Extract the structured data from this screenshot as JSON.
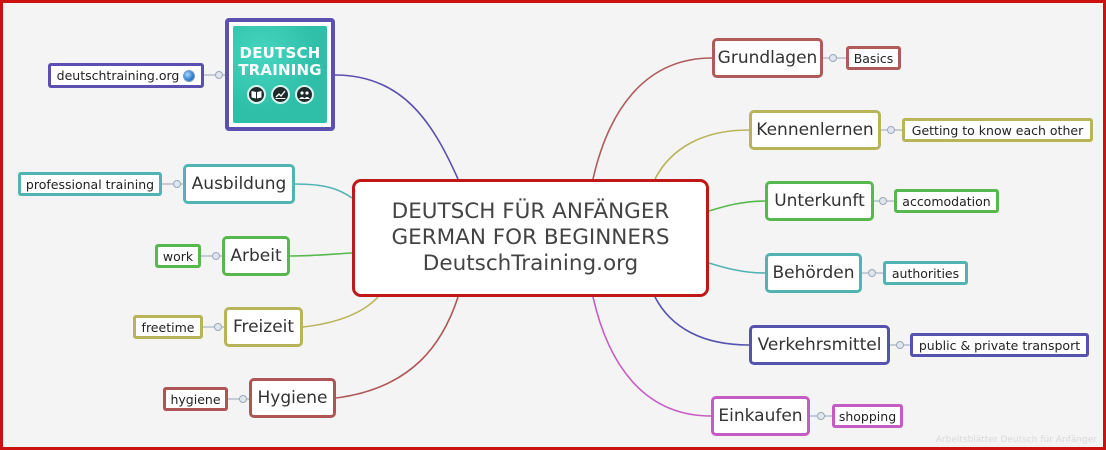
{
  "center": {
    "line1": "DEUTSCH FÜR ANFÄNGER",
    "line2": "GERMAN FOR BEGINNERS",
    "line3": "DeutschTraining.org"
  },
  "logo": {
    "line1": "DEUTSCH",
    "line2": "TRAINING",
    "link_label": "deutschtraining.org",
    "icons": [
      "book-icon",
      "chart-icon",
      "people-icon"
    ]
  },
  "left_branches": [
    {
      "topic": "Ausbildung",
      "translation": "professional training",
      "color": "#52b3b3"
    },
    {
      "topic": "Arbeit",
      "translation": "work",
      "color": "#57b94d"
    },
    {
      "topic": "Freizeit",
      "translation": "freetime",
      "color": "#b8b45a"
    },
    {
      "topic": "Hygiene",
      "translation": "hygiene",
      "color": "#b05555"
    }
  ],
  "right_branches": [
    {
      "topic": "Grundlagen",
      "translation": "Basics",
      "color": "#b05a5a"
    },
    {
      "topic": "Kennenlernen",
      "translation": "Getting to know each other",
      "color": "#b8b45a"
    },
    {
      "topic": "Unterkunft",
      "translation": "accomodation",
      "color": "#57b94d"
    },
    {
      "topic": "Behörden",
      "translation": "authorities",
      "color": "#52b3b3"
    },
    {
      "topic": "Verkehrsmittel",
      "translation": "public & private transport",
      "color": "#5552b0"
    },
    {
      "topic": "Einkaufen",
      "translation": "shopping",
      "color": "#c45cc4"
    }
  ],
  "colors": {
    "frame": "#cc1111",
    "center_border": "#c01818",
    "logo_border": "#5b4fb0",
    "logo_background": "#2fbfa9"
  },
  "watermark": "Arbeitsblätter Deutsch für Anfänger"
}
